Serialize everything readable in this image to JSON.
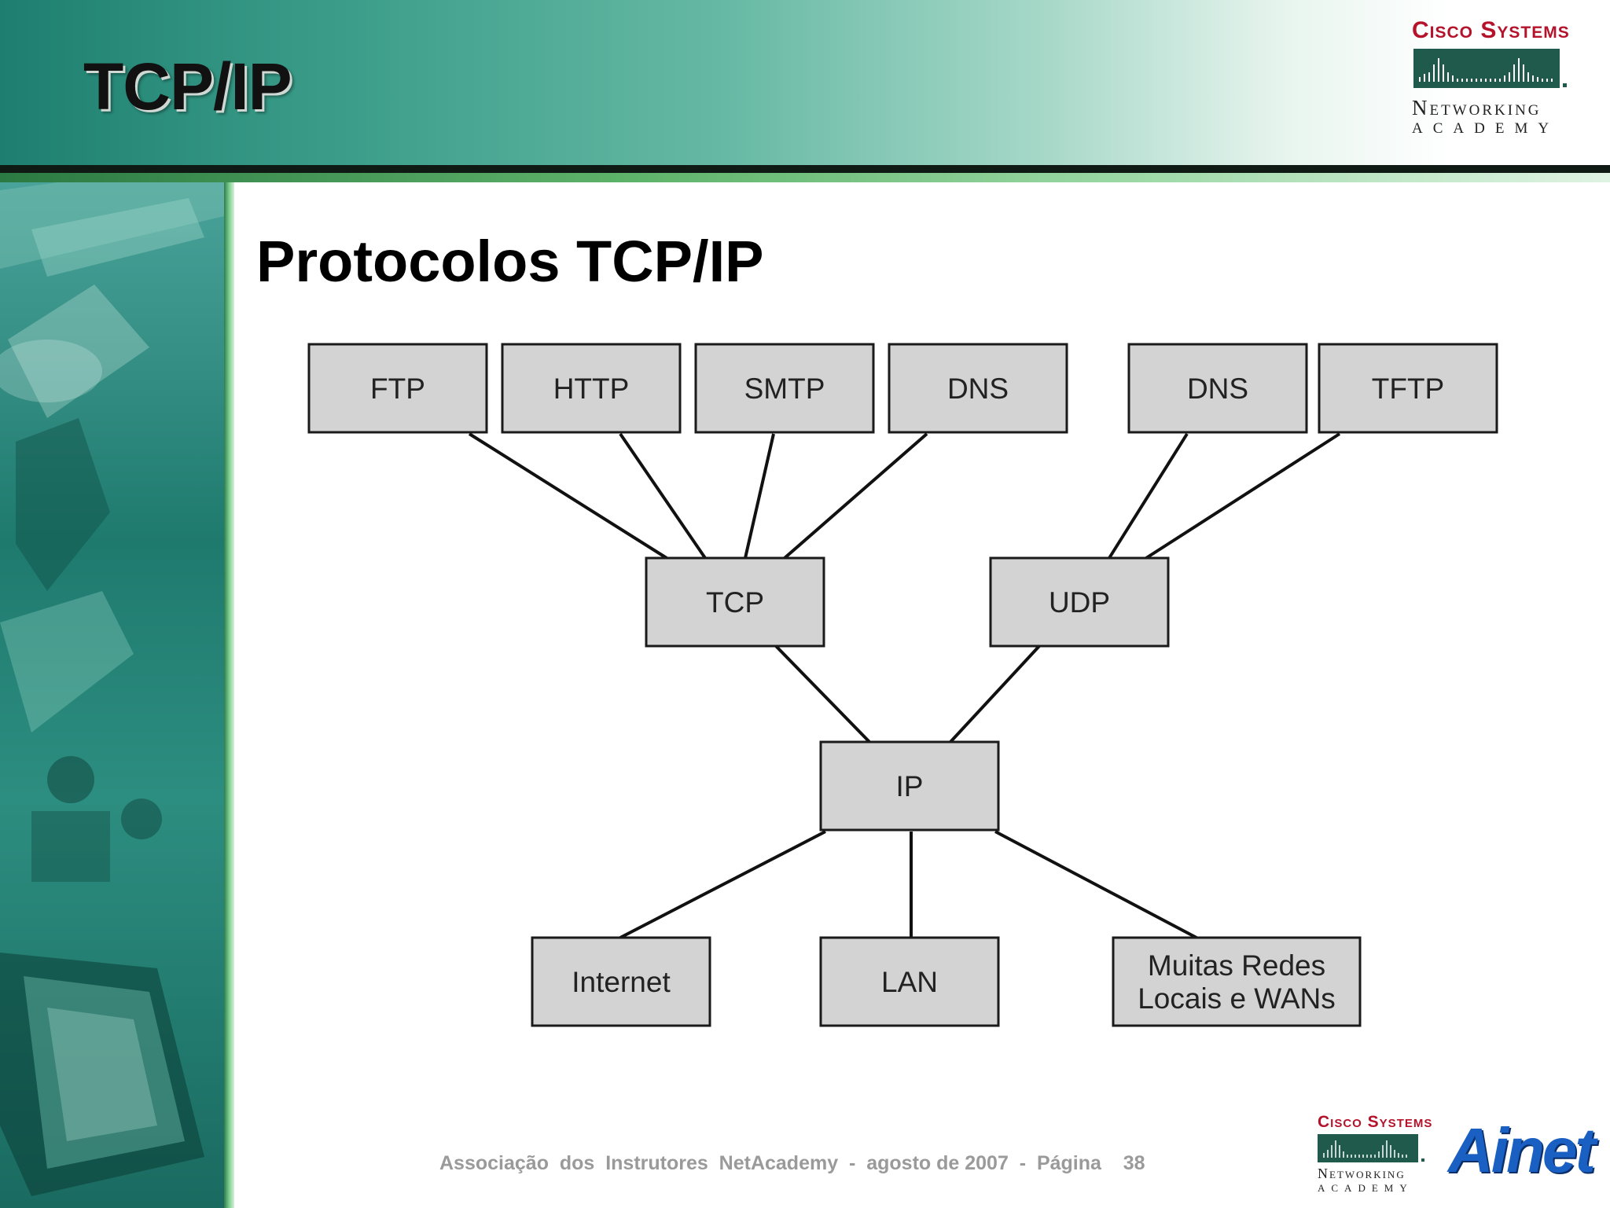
{
  "header": {
    "title": "TCP/IP"
  },
  "slide": {
    "title": "Protocolos TCP/IP"
  },
  "logo": {
    "cisco": "Cisco Systems",
    "networking": "Networking",
    "academy": "ACADEMY",
    "ainet": "Ainet"
  },
  "diagram": {
    "nodes": {
      "ftp": [
        "FTP"
      ],
      "http": [
        "HTTP"
      ],
      "smtp": [
        "SMTP"
      ],
      "dns_tcp": [
        "DNS"
      ],
      "dns_udp": [
        "DNS"
      ],
      "tftp": [
        "TFTP"
      ],
      "tcp": [
        "TCP"
      ],
      "udp": [
        "UDP"
      ],
      "ip": [
        "IP"
      ],
      "internet": [
        "Internet"
      ],
      "lan": [
        "LAN"
      ],
      "wan": [
        "Muitas Redes",
        "Locais e WANs"
      ]
    },
    "edges": [
      [
        "ftp",
        "tcp"
      ],
      [
        "http",
        "tcp"
      ],
      [
        "smtp",
        "tcp"
      ],
      [
        "dns_tcp",
        "tcp"
      ],
      [
        "dns_udp",
        "udp"
      ],
      [
        "tftp",
        "udp"
      ],
      [
        "tcp",
        "ip"
      ],
      [
        "udp",
        "ip"
      ],
      [
        "ip",
        "internet"
      ],
      [
        "ip",
        "lan"
      ],
      [
        "ip",
        "wan"
      ]
    ]
  },
  "footer": {
    "text": "Associação  dos  Instrutores  NetAcademy  -  agosto de 2007  -  Página",
    "page": "38"
  },
  "colors": {
    "node_fill": "#d3d3d3",
    "node_stroke": "#1a1a1a",
    "accent_teal": "#1e7f70",
    "cisco_red": "#b5122b",
    "ainet_blue": "#1a5fc2"
  }
}
